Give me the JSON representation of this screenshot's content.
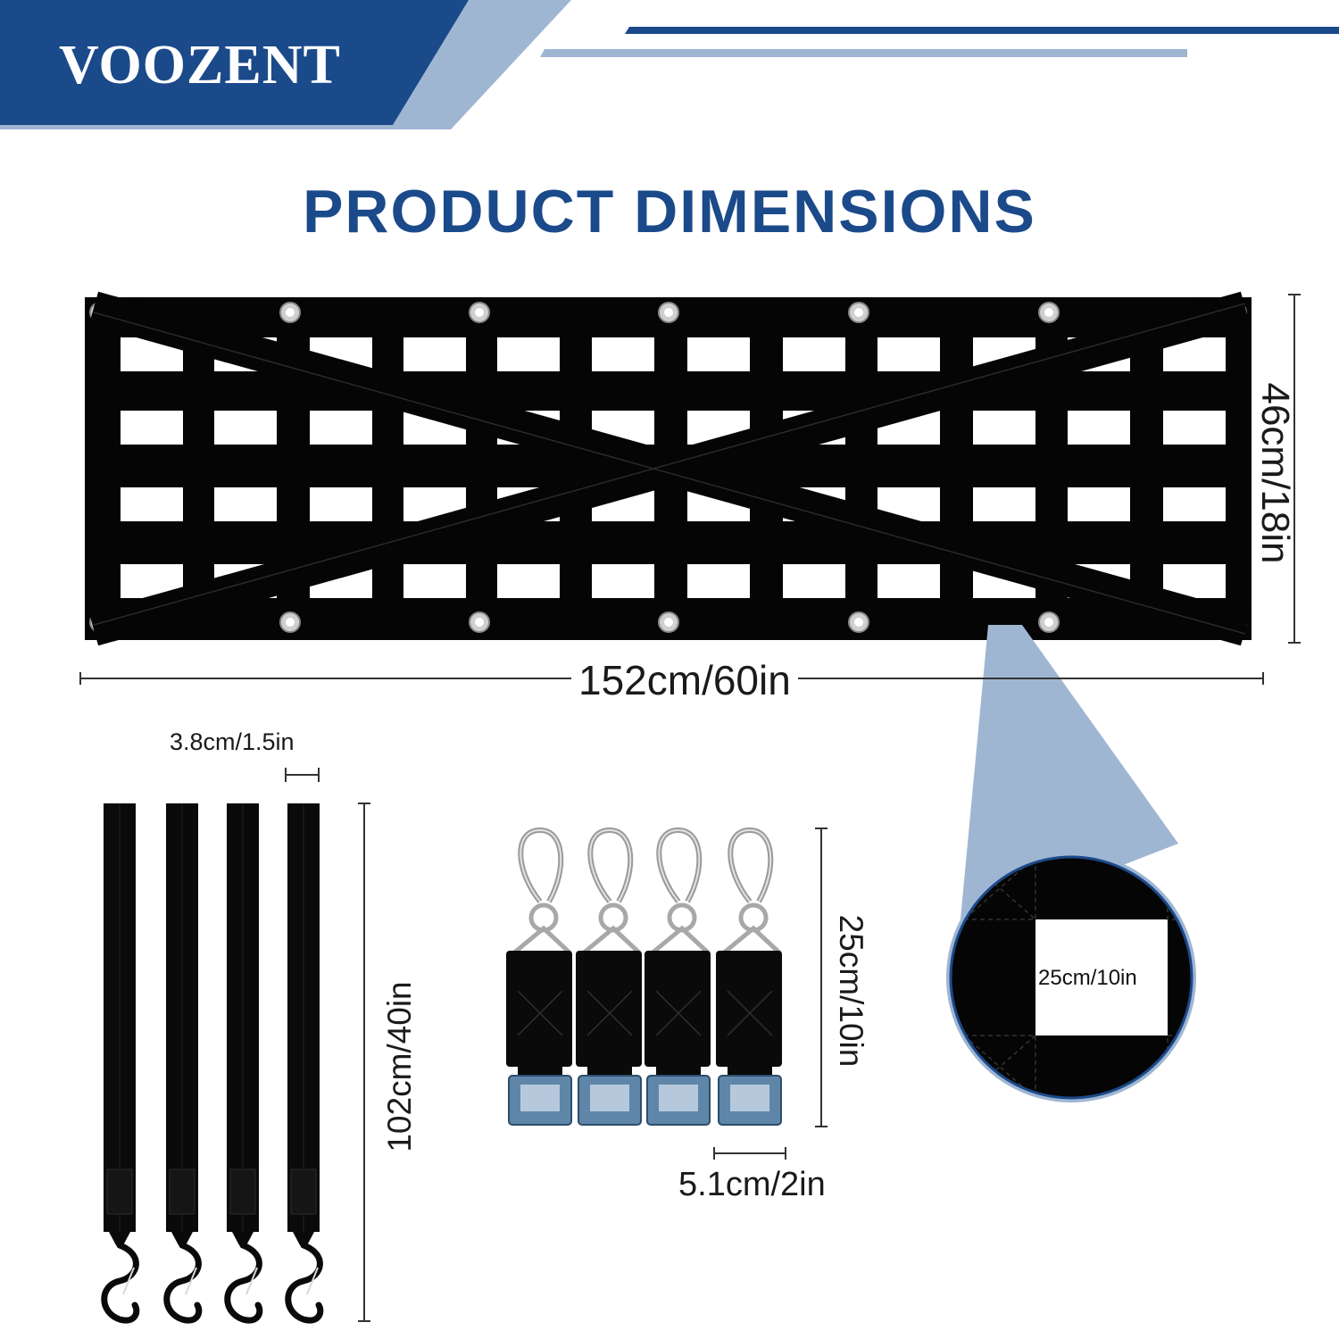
{
  "brand": {
    "name": "VOOZENT"
  },
  "heading": "PRODUCT DIMENSIONS",
  "dimensions": {
    "net_length": "152cm/60in",
    "net_height": "46cm/18in",
    "strap_width": "3.8cm/1.5in",
    "strap_length": "102cm/40in",
    "hook_strap_length": "25cm/10in",
    "hook_strap_width": "5.1cm/2in",
    "cell_size": "25cm/10in"
  },
  "colors": {
    "brand_blue": "#1b4a8a",
    "light_blue": "#9fb6d2",
    "net_black": "#050505"
  },
  "icons": [
    "carabiner-hook-icon",
    "ratchet-buckle-icon",
    "s-hook-icon",
    "grommet-icon"
  ]
}
